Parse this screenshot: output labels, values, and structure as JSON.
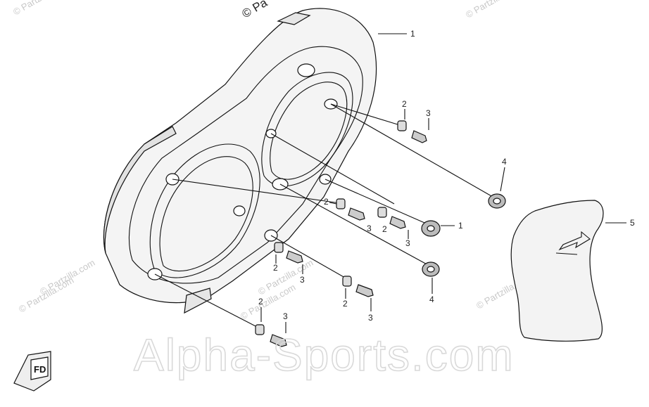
{
  "watermarks": {
    "site": "Alpha-Sports.com",
    "partzilla": "© Partzilla.com",
    "top_fragment": "© Pa"
  },
  "callouts": [
    {
      "id": "c1a",
      "label": "1"
    },
    {
      "id": "c2a",
      "label": "2"
    },
    {
      "id": "c3a",
      "label": "3"
    },
    {
      "id": "c4a",
      "label": "4"
    },
    {
      "id": "c5",
      "label": "5"
    },
    {
      "id": "c2b",
      "label": "2"
    },
    {
      "id": "c2c",
      "label": "2"
    },
    {
      "id": "c3b",
      "label": "3"
    },
    {
      "id": "c3c",
      "label": "3"
    },
    {
      "id": "c1b",
      "label": "1"
    },
    {
      "id": "c2d",
      "label": "2"
    },
    {
      "id": "c3d",
      "label": "3"
    },
    {
      "id": "c2e",
      "label": "2"
    },
    {
      "id": "c3e",
      "label": "3"
    },
    {
      "id": "c4b",
      "label": "4"
    },
    {
      "id": "c2f",
      "label": "2"
    },
    {
      "id": "c3f",
      "label": "3"
    }
  ],
  "logo_text": "FD"
}
